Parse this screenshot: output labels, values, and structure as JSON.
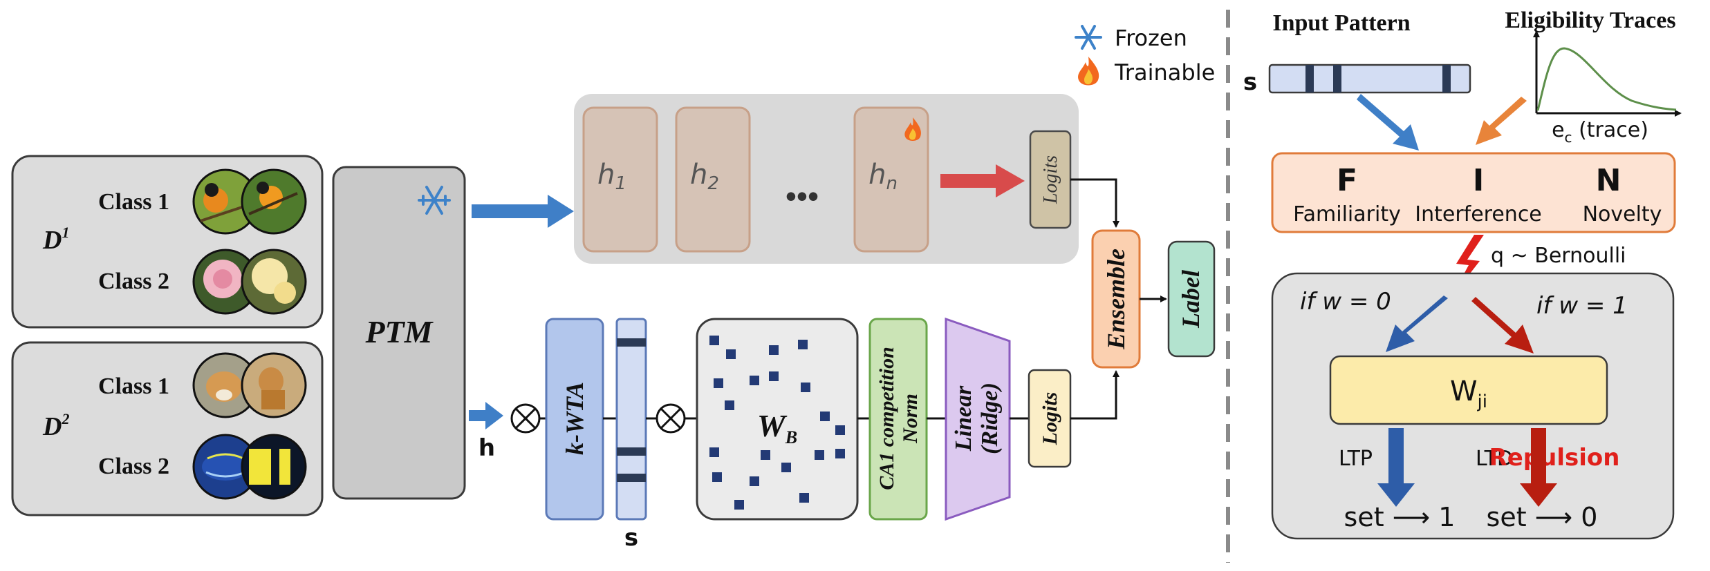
{
  "legend": {
    "frozen_label": "Frozen",
    "trainable_label": "Trainable",
    "frozen_icon": "snowflake-icon",
    "trainable_icon": "flame-icon"
  },
  "datasets": [
    {
      "name": "D",
      "sup": "1",
      "class1": "Class 1",
      "class2": "Class 2",
      "class1_images": [
        "bird-photo-icon",
        "bird-photo-icon"
      ],
      "class2_images": [
        "flower-photo-icon",
        "flower-photo-icon"
      ]
    },
    {
      "name": "D",
      "sup": "2",
      "class1": "Class 1",
      "class2": "Class 2",
      "class1_images": [
        "dog-photo-icon",
        "dog-photo-icon"
      ],
      "class2_images": [
        "fish-photo-icon",
        "fish-photo-icon"
      ]
    }
  ],
  "ptm": {
    "label": "PTM"
  },
  "heads": {
    "h1": {
      "base": "h",
      "sub": "1"
    },
    "h2": {
      "base": "h",
      "sub": "2"
    },
    "dots": "•••",
    "hn": {
      "base": "h",
      "sub": "n"
    },
    "logits": "Logits"
  },
  "bottom": {
    "h_label": "h",
    "kwta": "k-WTA",
    "s_label": "s",
    "wb": {
      "base": "W",
      "sub": "B"
    },
    "ca1_line1": "CA1 competition",
    "ca1_line2": "Norm",
    "linear_line1": "Linear",
    "linear_line2": "(Ridge)",
    "logits": "Logits"
  },
  "ensemble": "Ensemble",
  "label": "Label",
  "right": {
    "input_pattern_title": "Input Pattern",
    "eligibility_title": "Eligibility Traces",
    "s_label": "s",
    "trace_axis_label": "e_c (trace)",
    "trace_axis_sub": "c",
    "trace_axis_rest": " (trace)",
    "fin": [
      {
        "letter": "F",
        "word": "Familiarity"
      },
      {
        "letter": "I",
        "word": "Interference"
      },
      {
        "letter": "N",
        "word": "Novelty"
      }
    ],
    "bernoulli": "q ~ Bernoulli",
    "if_w0": "if w = 0",
    "if_w1": "if w = 1",
    "wji": {
      "base": "W",
      "sub": "ji"
    },
    "ltp": "LTP",
    "ltd": "LTD",
    "repulsion": "Repulsion",
    "set1": "set ⟶ 1",
    "set0": "set ⟶ 0"
  },
  "colors": {
    "blue_arrow": "#3f7fc7",
    "red_arrow": "#d84b4b",
    "orange_arrow": "#e8843a",
    "dark_red": "#b81e10",
    "dark_blue": "#2e5da8",
    "repulsion_text": "#e0201b"
  }
}
